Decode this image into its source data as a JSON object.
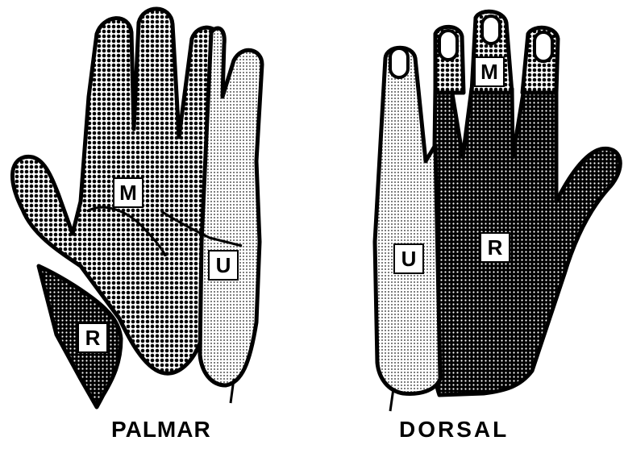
{
  "captions": {
    "palmar": "PALMAR",
    "dorsal": "DORSAL"
  },
  "palmar_labels": {
    "median": "M",
    "ulnar": "U",
    "radial": "R"
  },
  "dorsal_labels": {
    "median": "M",
    "ulnar": "U",
    "radial": "R"
  },
  "colors": {
    "median": "#9a9a9a",
    "ulnar": "#dcdcdc",
    "radial": "#2a2a2a",
    "outline": "#000000"
  }
}
